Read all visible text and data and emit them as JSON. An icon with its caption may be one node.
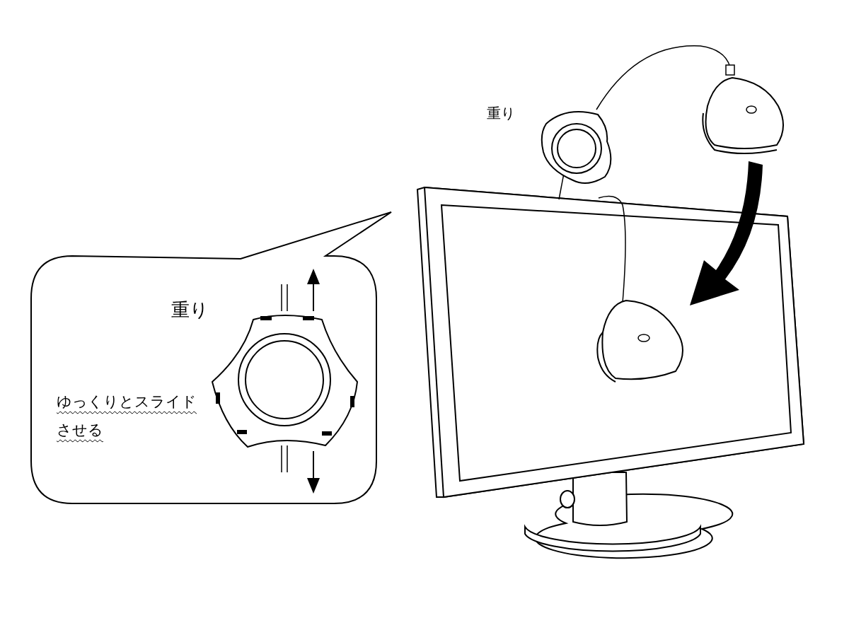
{
  "diagram": {
    "nodes": [
      {
        "text": [
          "重り",
          "ゆっくりとスライドさせる"
        ]
      }
    ],
    "labels": [
      "重り"
    ]
  }
}
